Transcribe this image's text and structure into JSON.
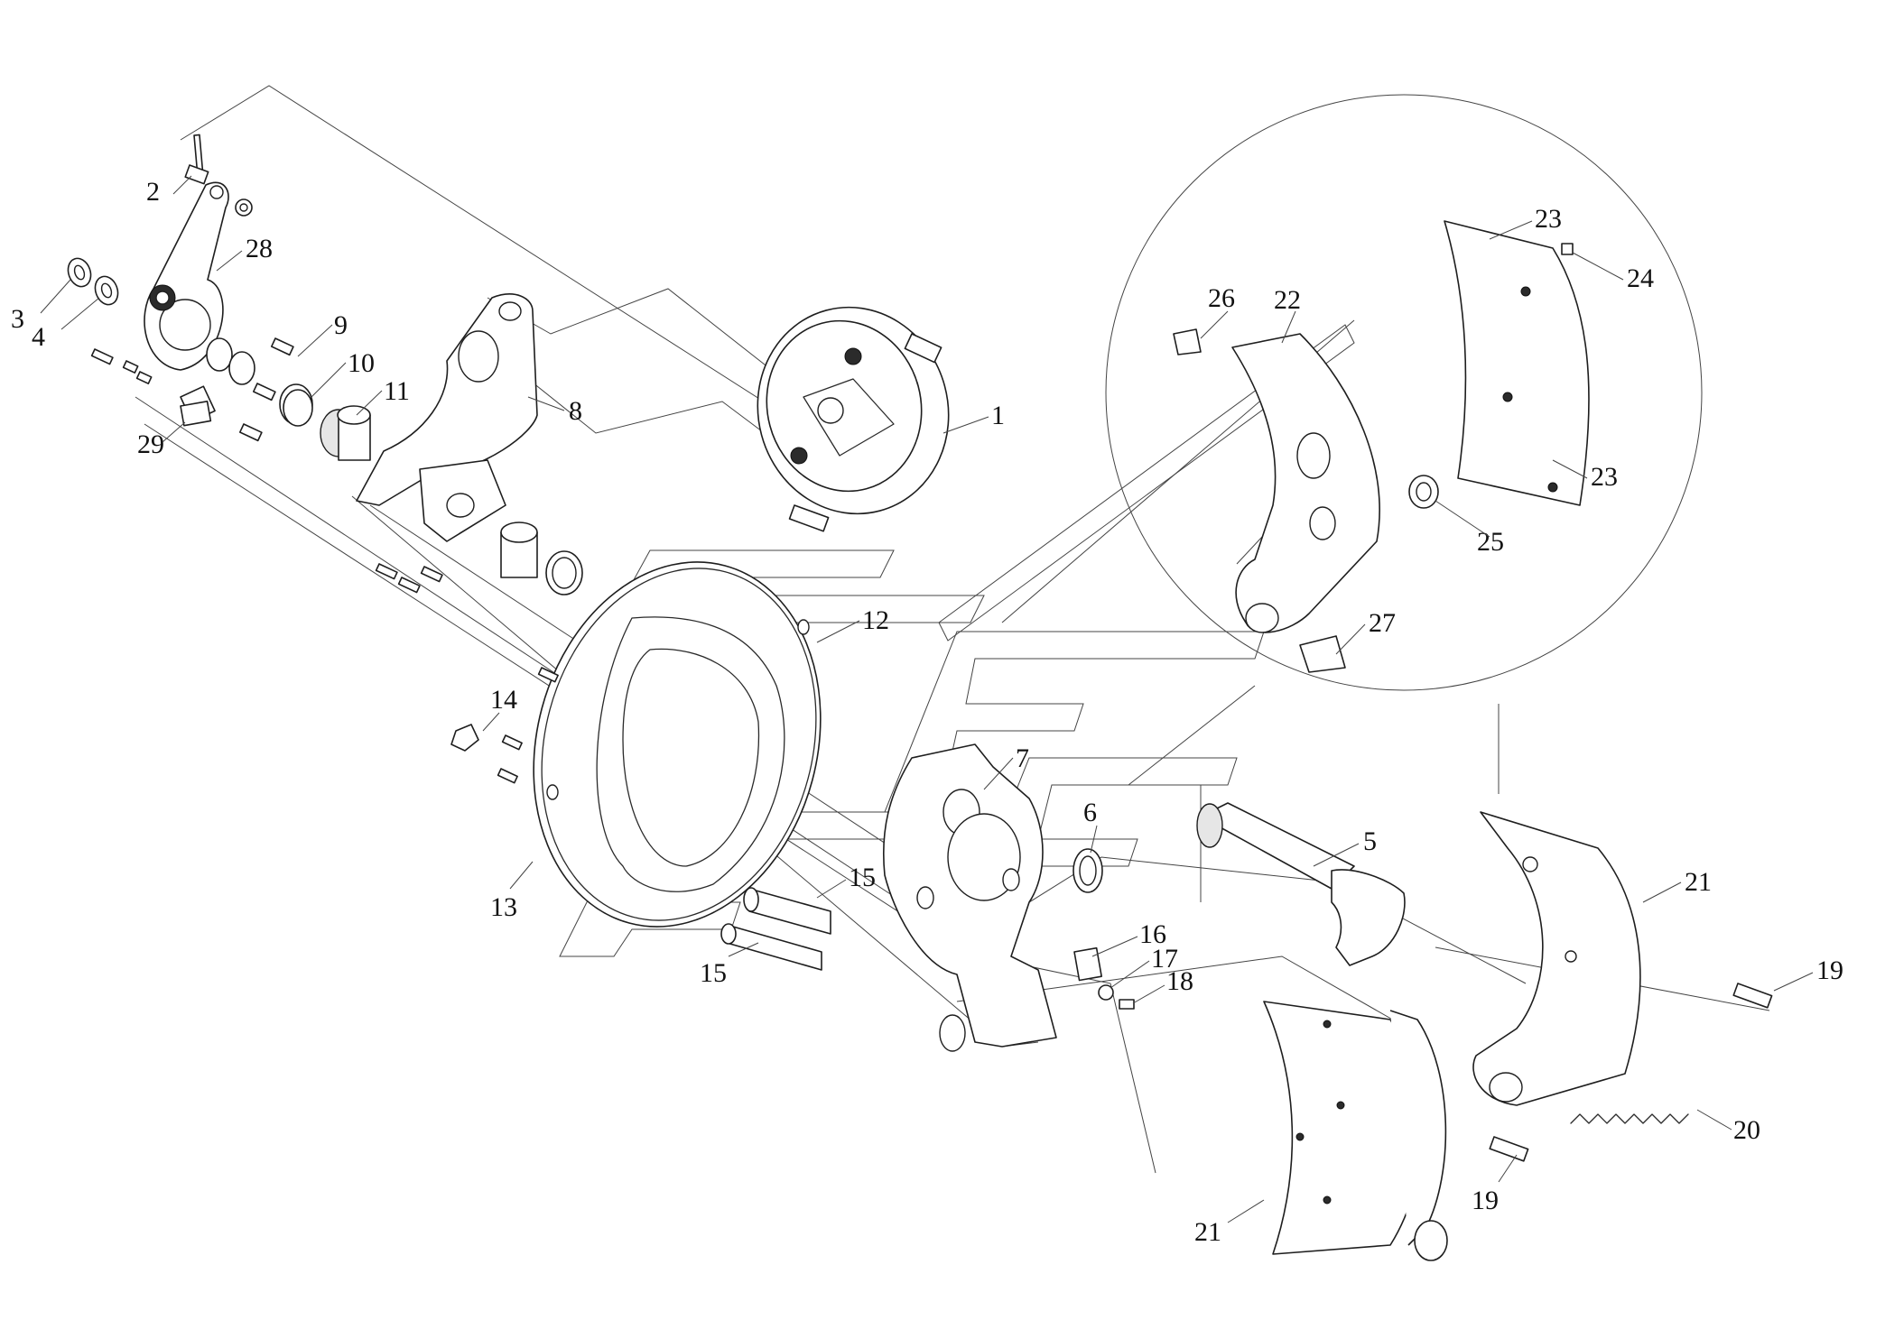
{
  "diagram": {
    "callouts": [
      {
        "id": "1",
        "label": "1"
      },
      {
        "id": "2",
        "label": "2"
      },
      {
        "id": "3",
        "label": "3"
      },
      {
        "id": "4",
        "label": "4"
      },
      {
        "id": "5",
        "label": "5"
      },
      {
        "id": "6",
        "label": "6"
      },
      {
        "id": "7",
        "label": "7"
      },
      {
        "id": "8",
        "label": "8"
      },
      {
        "id": "9",
        "label": "9"
      },
      {
        "id": "10",
        "label": "10"
      },
      {
        "id": "11",
        "label": "11"
      },
      {
        "id": "12",
        "label": "12"
      },
      {
        "id": "13",
        "label": "13"
      },
      {
        "id": "14",
        "label": "14"
      },
      {
        "id": "15a",
        "label": "15"
      },
      {
        "id": "15b",
        "label": "15"
      },
      {
        "id": "16",
        "label": "16"
      },
      {
        "id": "17",
        "label": "17"
      },
      {
        "id": "18",
        "label": "18"
      },
      {
        "id": "19a",
        "label": "19"
      },
      {
        "id": "19b",
        "label": "19"
      },
      {
        "id": "20",
        "label": "20"
      },
      {
        "id": "21a",
        "label": "21"
      },
      {
        "id": "21b",
        "label": "21"
      },
      {
        "id": "22",
        "label": "22"
      },
      {
        "id": "23a",
        "label": "23"
      },
      {
        "id": "23b",
        "label": "23"
      },
      {
        "id": "24",
        "label": "24"
      },
      {
        "id": "25",
        "label": "25"
      },
      {
        "id": "26",
        "label": "26"
      },
      {
        "id": "27",
        "label": "27"
      },
      {
        "id": "28",
        "label": "28"
      },
      {
        "id": "29",
        "label": "29"
      }
    ]
  }
}
